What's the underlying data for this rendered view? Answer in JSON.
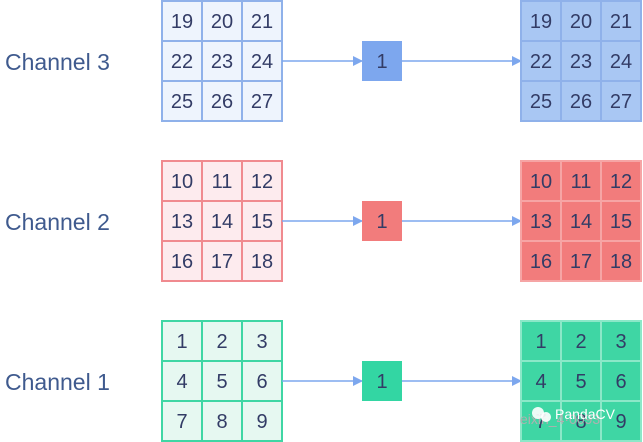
{
  "channels": [
    {
      "label": "Channel 3",
      "input": [
        "19",
        "20",
        "21",
        "22",
        "23",
        "24",
        "25",
        "26",
        "27"
      ],
      "kernel": "1",
      "output": [
        "19",
        "20",
        "21",
        "22",
        "23",
        "24",
        "25",
        "26",
        "27"
      ],
      "colors": {
        "input_fill": "#eef4fd",
        "input_stroke": "#8fb1ea",
        "kernel_fill": "#7da7ee",
        "output_fill": "#a9c7f3",
        "output_stroke": "#8fb1ea",
        "arrow": "#7da7ee"
      }
    },
    {
      "label": "Channel 2",
      "input": [
        "10",
        "11",
        "12",
        "13",
        "14",
        "15",
        "16",
        "17",
        "18"
      ],
      "kernel": "1",
      "output": [
        "10",
        "11",
        "12",
        "13",
        "14",
        "15",
        "16",
        "17",
        "18"
      ],
      "colors": {
        "input_fill": "#fdebee",
        "input_stroke": "#f08a8f",
        "kernel_fill": "#f27c7c",
        "output_fill": "#f27c7c",
        "output_stroke": "#f6a5a5",
        "arrow": "#7da7ee"
      }
    },
    {
      "label": "Channel 1",
      "input": [
        "1",
        "2",
        "3",
        "4",
        "5",
        "6",
        "7",
        "8",
        "9"
      ],
      "kernel": "1",
      "output": [
        "1",
        "2",
        "3",
        "4",
        "5",
        "6",
        "7",
        "8",
        "9"
      ],
      "colors": {
        "input_fill": "#e6f8f1",
        "input_stroke": "#3fd6a4",
        "kernel_fill": "#33d6a3",
        "output_fill": "#3fd6a4",
        "output_stroke": "#8ce8c8",
        "arrow": "#7da7ee"
      }
    }
  ],
  "watermark": {
    "text": "PandaCV",
    "back_text": "eixin_4·0093"
  }
}
